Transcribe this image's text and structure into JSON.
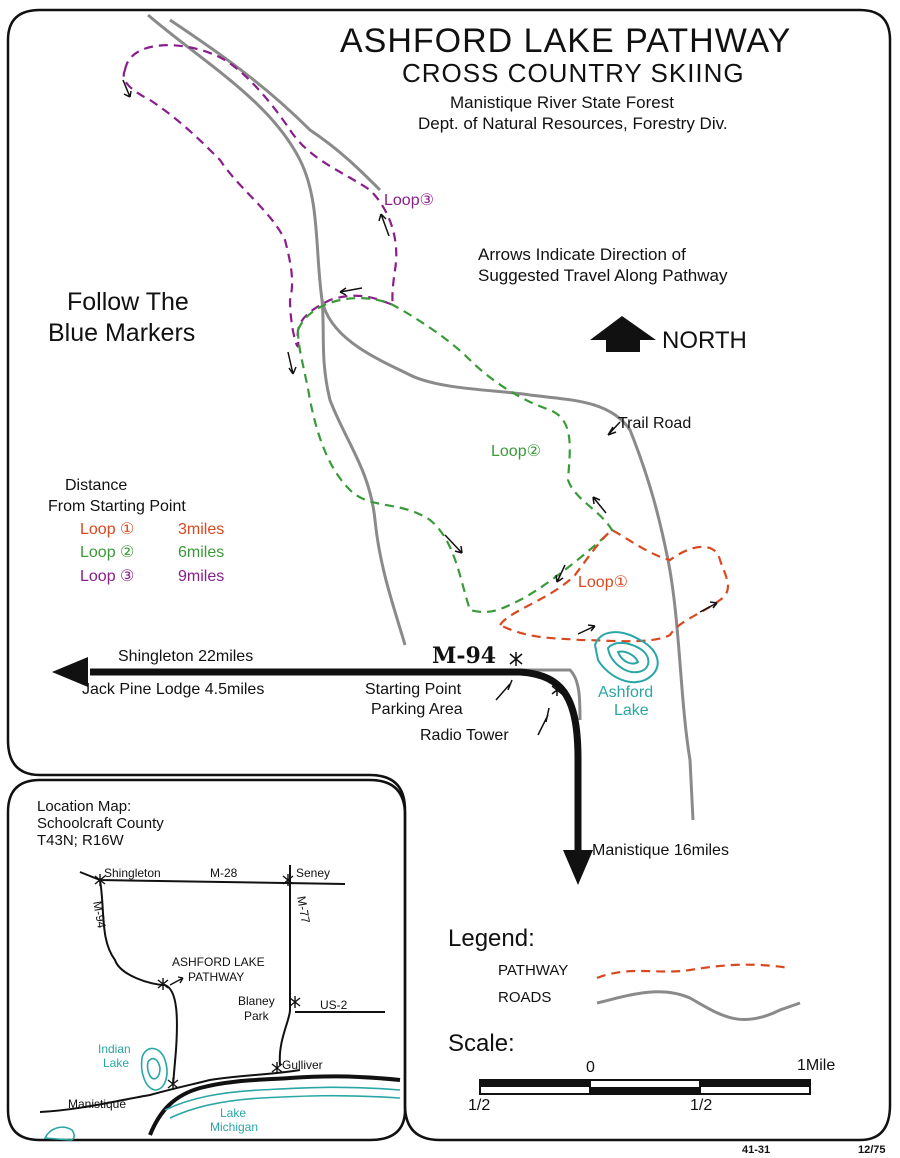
{
  "title": "ASHFORD LAKE PATHWAY",
  "subtitle": "CROSS COUNTRY SKIING",
  "forest": "Manistique River State Forest",
  "dept": "Dept. of Natural Resources, Forestry Div.",
  "arrows_note_1": "Arrows Indicate Direction of",
  "arrows_note_2": "Suggested Travel Along Pathway",
  "north_label": "NORTH",
  "follow_1": "Follow The",
  "follow_2": "Blue Markers",
  "trail_road": "Trail Road",
  "distance": {
    "heading_1": "Distance",
    "heading_2": "From Starting Point",
    "rows": [
      {
        "loop": "Loop ①",
        "miles": "3miles",
        "color": "#d9481f"
      },
      {
        "loop": "Loop ②",
        "miles": "6miles",
        "color": "#3a9a3a"
      },
      {
        "loop": "Loop ③",
        "miles": "9miles",
        "color": "#8a1e8a"
      }
    ]
  },
  "loops": {
    "loop1": "Loop①",
    "loop2": "Loop②",
    "loop3": "Loop③"
  },
  "highway": "M-94",
  "shingleton": "Shingleton 22miles",
  "jack_pine": "Jack Pine Lodge 4.5miles",
  "starting_1": "Starting Point",
  "starting_2": "Parking Area",
  "radio_tower": "Radio Tower",
  "ashford_1": "Ashford",
  "ashford_2": "Lake",
  "manistique_dir": "Manistique 16miles",
  "inset": {
    "title_1": "Location Map:",
    "title_2": "Schoolcraft County",
    "title_3": "T43N; R16W",
    "shingleton": "Shingleton",
    "m28": "M-28",
    "seney": "Seney",
    "m94": "M-94",
    "m77": "M-77",
    "pathway_1": "ASHFORD LAKE",
    "pathway_2": "PATHWAY",
    "blaney_1": "Blaney",
    "blaney_2": "Park",
    "us2": "US-2",
    "indian_1": "Indian",
    "indian_2": "Lake",
    "gulliver": "Gulliver",
    "manistique": "Manistique",
    "lake_mi_1": "Lake",
    "lake_mi_2": "Michigan"
  },
  "legend": {
    "heading": "Legend:",
    "pathway": "PATHWAY",
    "roads": "ROADS"
  },
  "scale": {
    "heading": "Scale:",
    "zero": "0",
    "one_mile": "1Mile",
    "half_left": "1/2",
    "half_mid": "1/2"
  },
  "code": "41-31",
  "date": "12/75",
  "colors": {
    "loop1": "#d9481f",
    "loop2": "#3a9a3a",
    "loop3": "#8a1e8a",
    "road": "#8a8a8a",
    "water": "#2aa6a6"
  }
}
